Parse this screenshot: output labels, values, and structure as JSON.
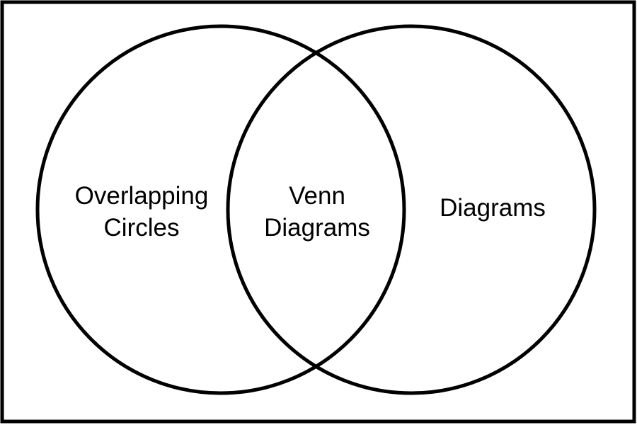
{
  "diagram": {
    "type": "venn",
    "colors": {
      "background": "#ffffff",
      "stroke": "#000000"
    },
    "left_set": {
      "lines": [
        "Overlapping",
        "Circles"
      ]
    },
    "intersection": {
      "lines": [
        "Venn",
        "Diagrams"
      ]
    },
    "right_set": {
      "lines": [
        "Diagrams"
      ]
    }
  }
}
